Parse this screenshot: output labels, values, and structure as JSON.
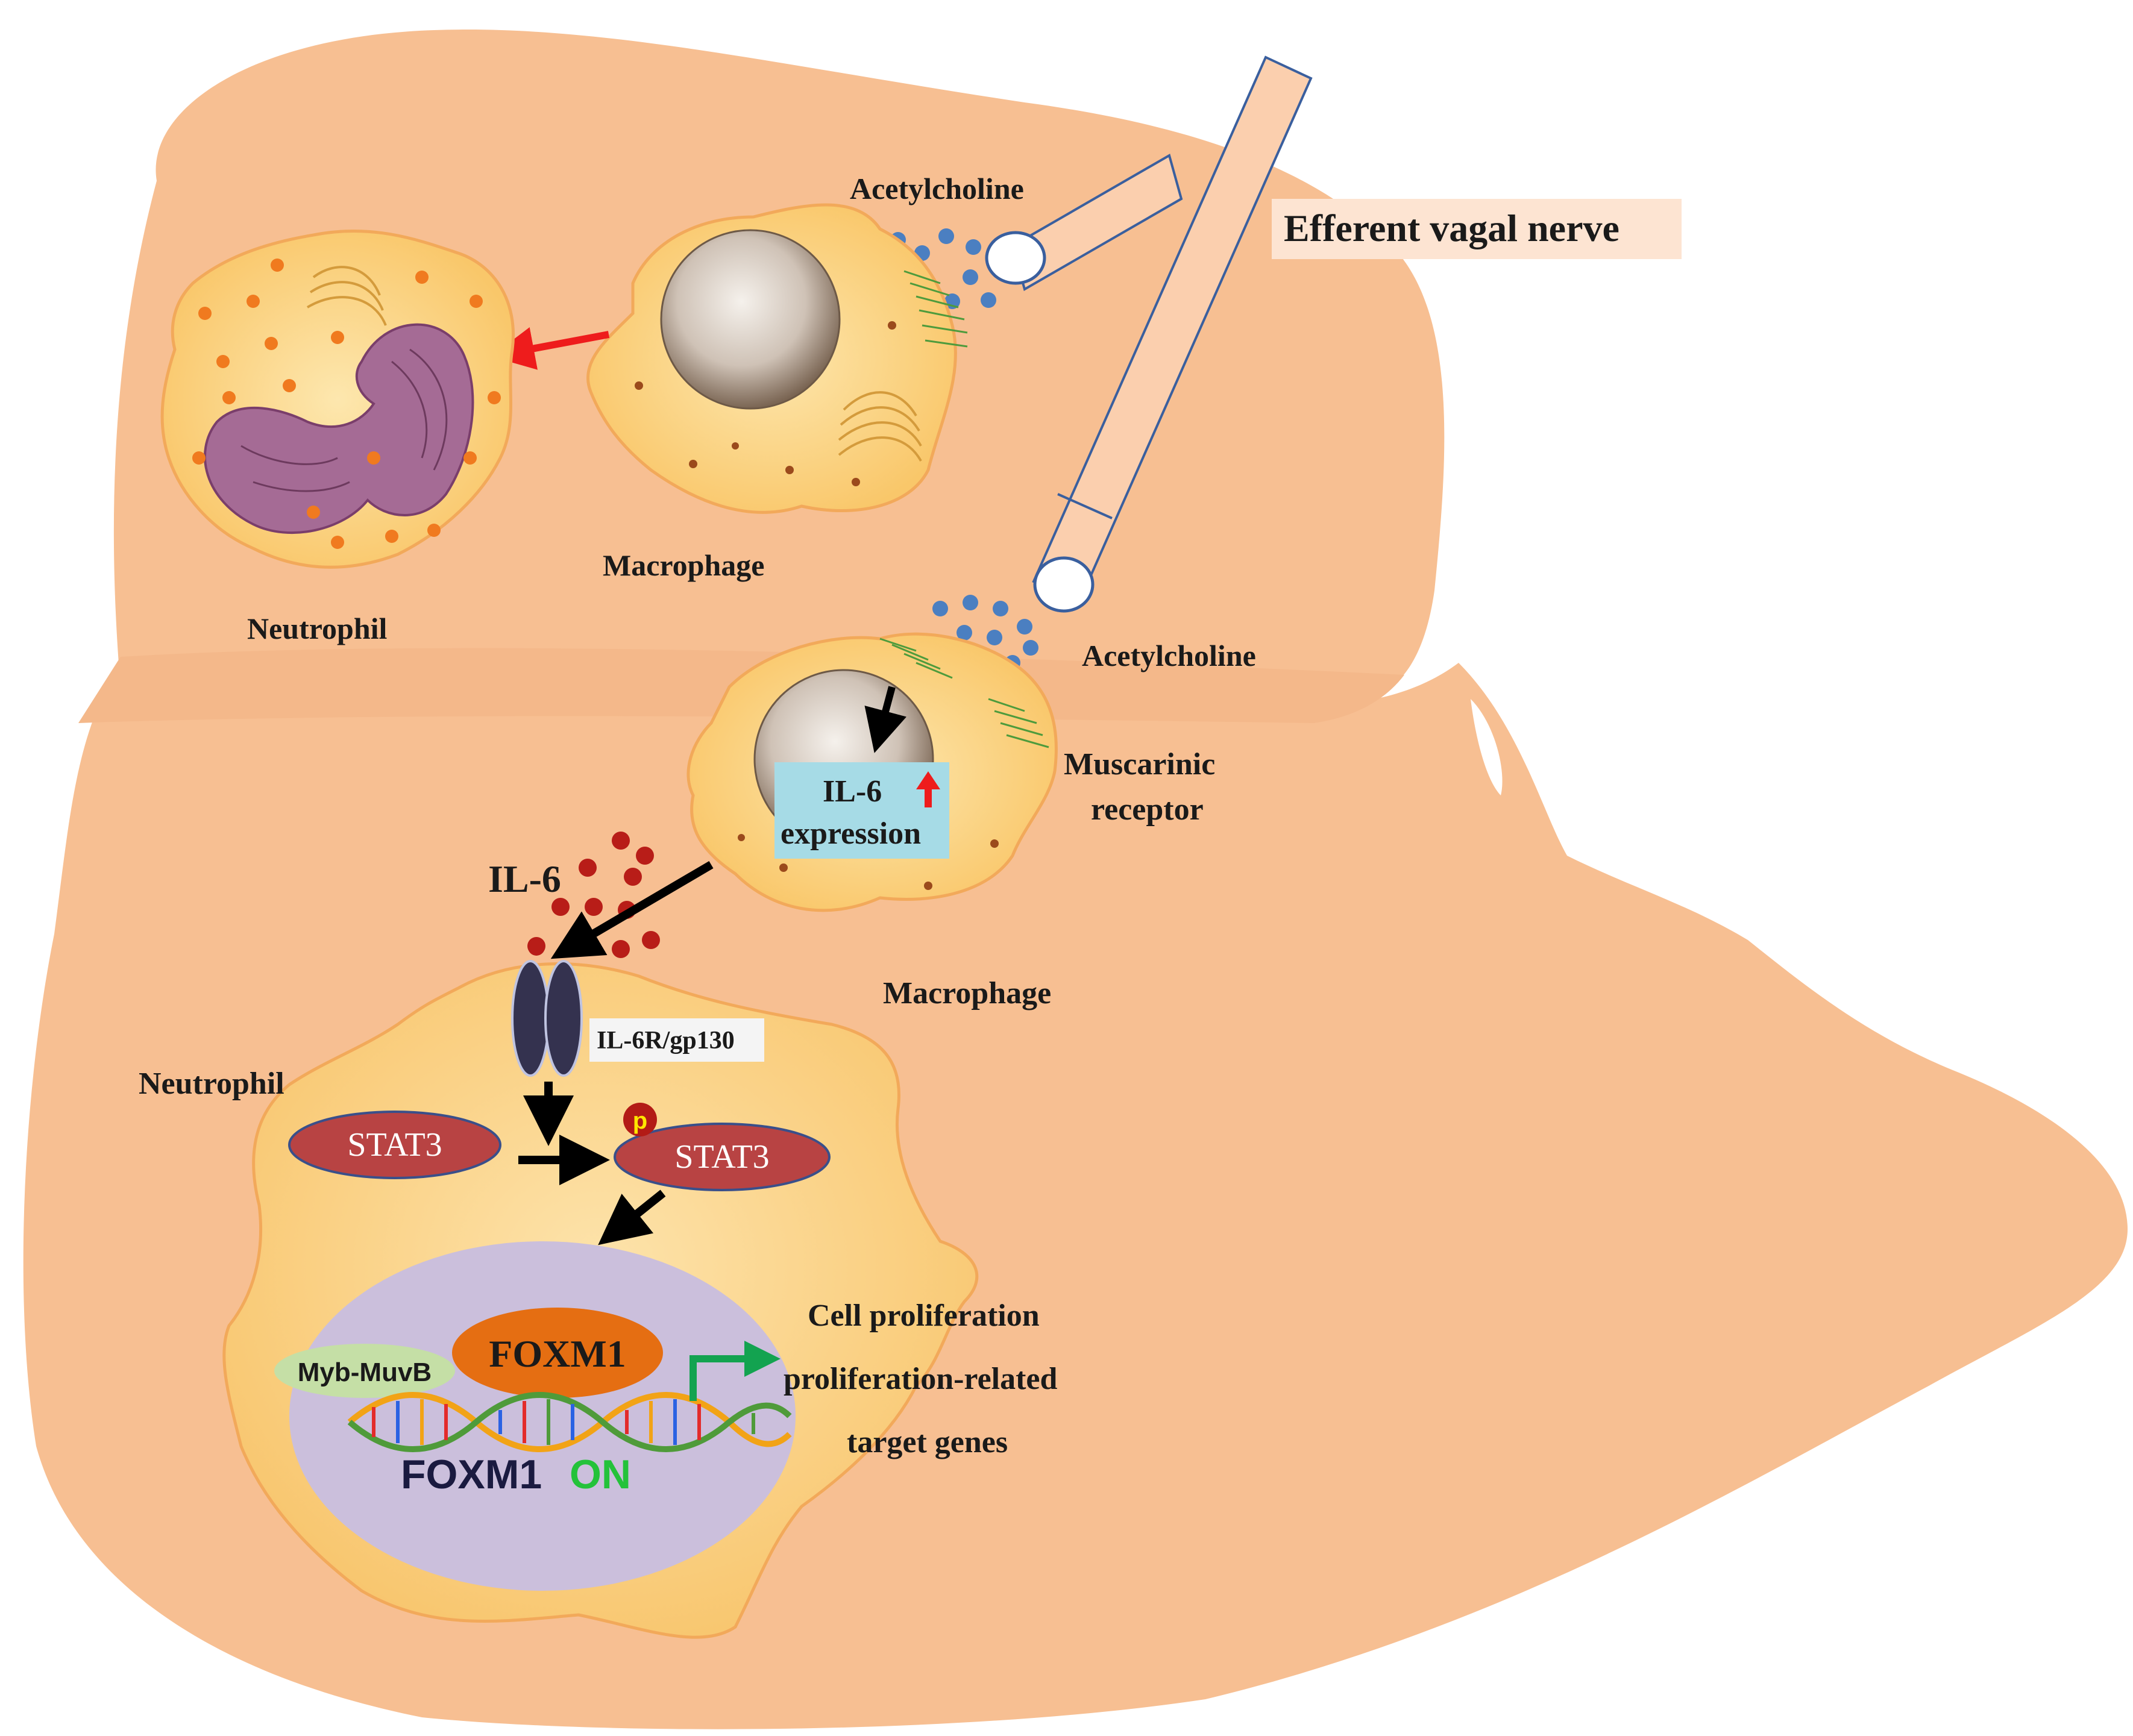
{
  "labels": {
    "efferent_vagal_nerve": "Efferent vagal nerve",
    "acetylcholine_top": "Acetylcholine",
    "acetylcholine_mid": "Acetylcholine",
    "macrophage_top": "Macrophage",
    "neutrophil_top": "Neutrophil",
    "muscarinic_receptor_line1": "Muscarinic",
    "muscarinic_receptor_line2": "receptor",
    "il6_expression_line1": "IL-6",
    "il6_expression_line2": "expression",
    "il6": "IL-6",
    "macrophage_bottom": "Macrophage",
    "il6r_gp130": "IL-6R/gp130",
    "neutrophil_bottom": "Neutrophil",
    "stat3_left": "STAT3",
    "stat3_right": "STAT3",
    "phospho": "p",
    "foxm1": "FOXM1",
    "myb_muvb": "Myb-MuvB",
    "foxm1_on_prefix": "FOXM1",
    "foxm1_on_suffix": "ON",
    "target_line1": "Cell proliferation",
    "target_line2": "proliferation-related",
    "target_line3": "target genes"
  },
  "colors": {
    "tissue": "#f7bf92",
    "cell_fill": "#fbd47d",
    "nucleus_purple": "#cbbfdc",
    "foxm1_orange": "#e56e12",
    "myb_green": "#c5dfa6",
    "stat3_red": "#b84343",
    "acetylcholine_blue": "#4b7fc1",
    "il6_dot_red": "#b81d18",
    "il6_box": "#a6dbe6",
    "red_arrow": "#ee1c1c",
    "on_green": "#24c23a",
    "receptor_navy": "#34324f"
  }
}
